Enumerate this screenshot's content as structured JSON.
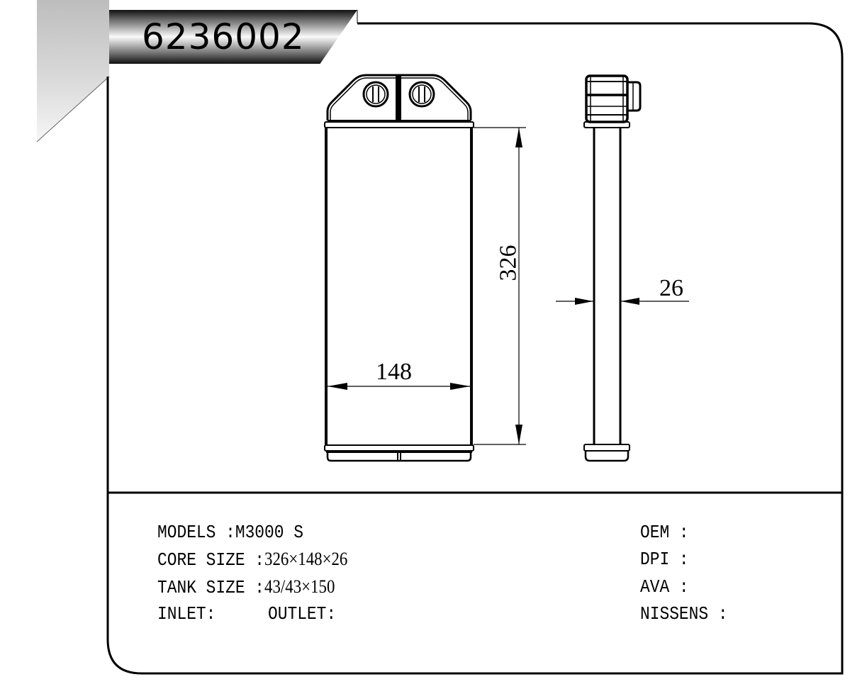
{
  "header": {
    "part_number": "6236002"
  },
  "drawing": {
    "dimensions": {
      "height": "326",
      "width": "148",
      "depth": "26"
    },
    "line_color": "#000000",
    "background": "#ffffff"
  },
  "specs": {
    "models_label": "MODELS :",
    "models_value": "M3000 S",
    "core_size_label": "CORE SIZE :",
    "core_size_value": "326×148×26",
    "tank_size_label": "TANK SIZE :",
    "tank_size_value": "43/43×150",
    "inlet_label": "INLET:",
    "outlet_label": "OUTLET:"
  },
  "cross_refs": {
    "oem_label": "OEM :",
    "dpi_label": "DPI :",
    "ava_label": "AVA :",
    "nissens_label": "NISSENS :"
  }
}
